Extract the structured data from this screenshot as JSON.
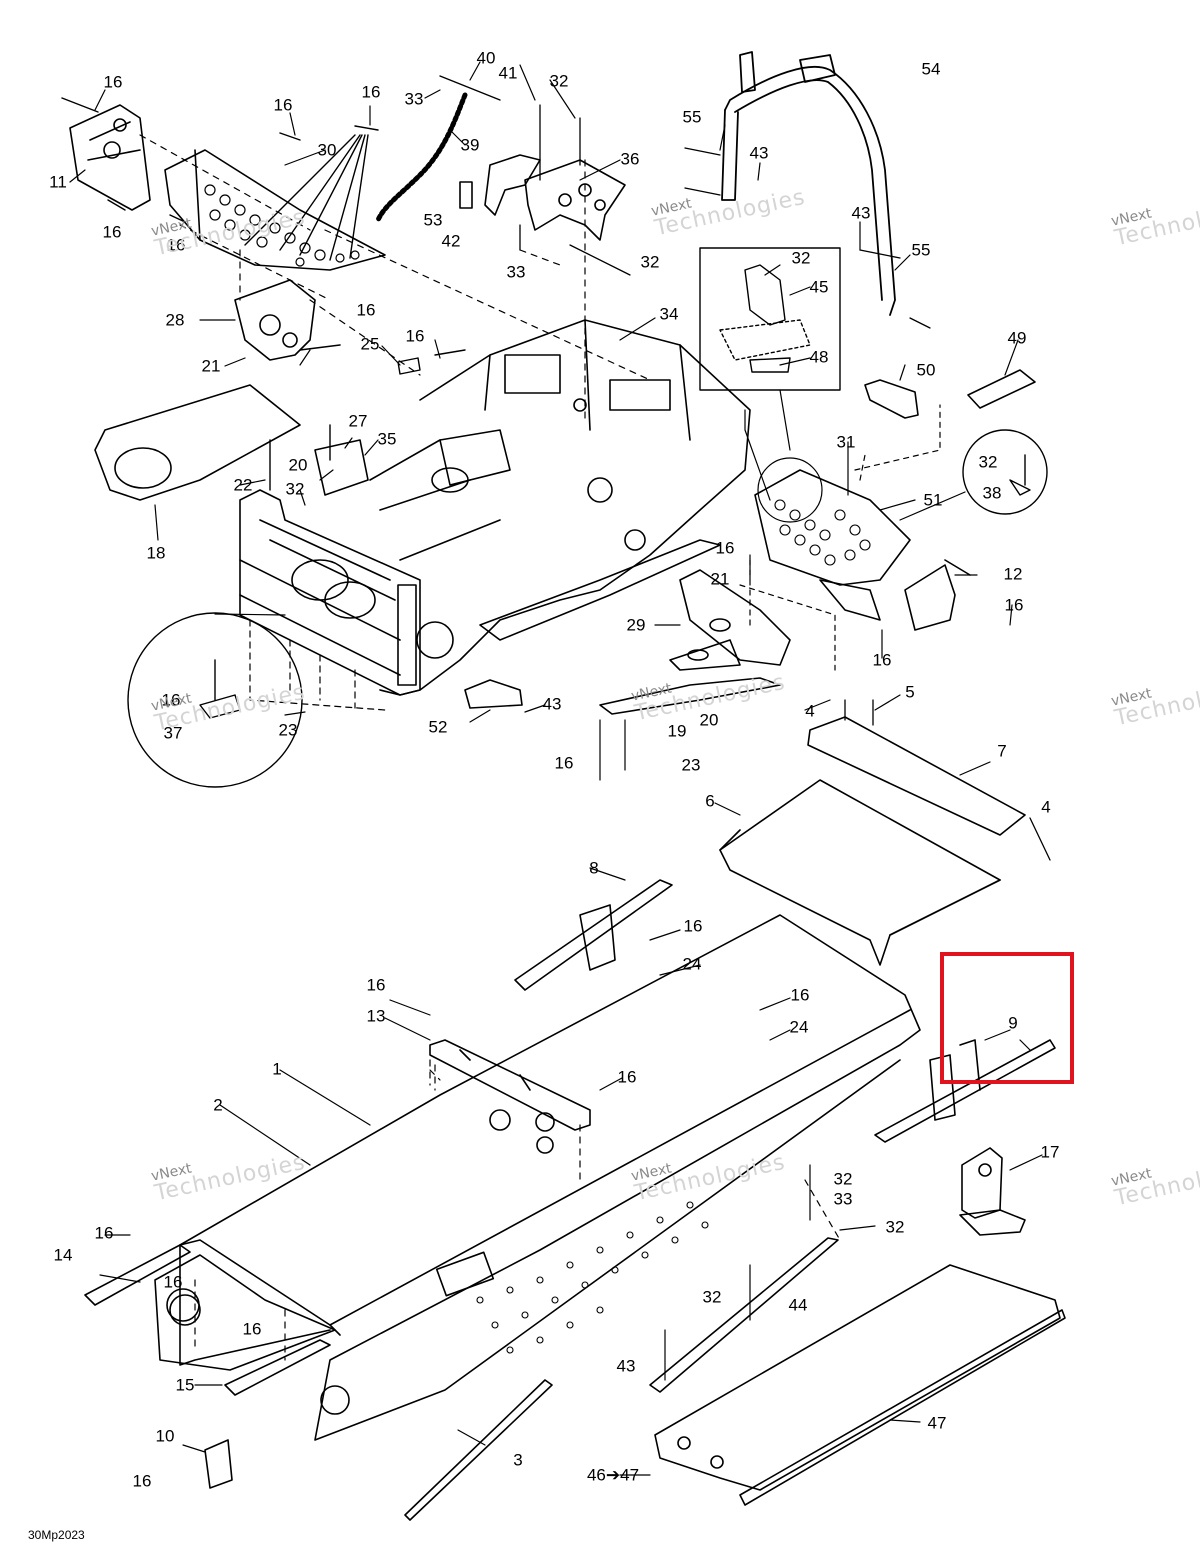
{
  "diagram": {
    "drawing_code": "30Mp2023",
    "highlight_color": "#e0141e",
    "watermark": {
      "line1": "vNext",
      "line2": "Technologies"
    },
    "labels": [
      "16",
      "40",
      "41",
      "33",
      "32",
      "54",
      "16",
      "16",
      "30",
      "39",
      "36",
      "55",
      "43",
      "11",
      "16",
      "16",
      "53",
      "42",
      "33",
      "32",
      "43",
      "55",
      "32",
      "45",
      "28",
      "16",
      "48",
      "34",
      "21",
      "25",
      "16",
      "49",
      "50",
      "27",
      "35",
      "20",
      "22",
      "32",
      "31",
      "32",
      "38",
      "51",
      "18",
      "16",
      "21",
      "12",
      "29",
      "16",
      "16",
      "16",
      "37",
      "23",
      "43",
      "52",
      "19",
      "20",
      "5",
      "4",
      "16",
      "23",
      "7",
      "6",
      "4",
      "8",
      "16",
      "24",
      "16",
      "16",
      "24",
      "13",
      "9",
      "1",
      "16",
      "2",
      "17",
      "32",
      "33",
      "32",
      "14",
      "16",
      "16",
      "16",
      "32",
      "44",
      "15",
      "43",
      "47",
      "10",
      "3",
      "16",
      "46➔47"
    ]
  }
}
